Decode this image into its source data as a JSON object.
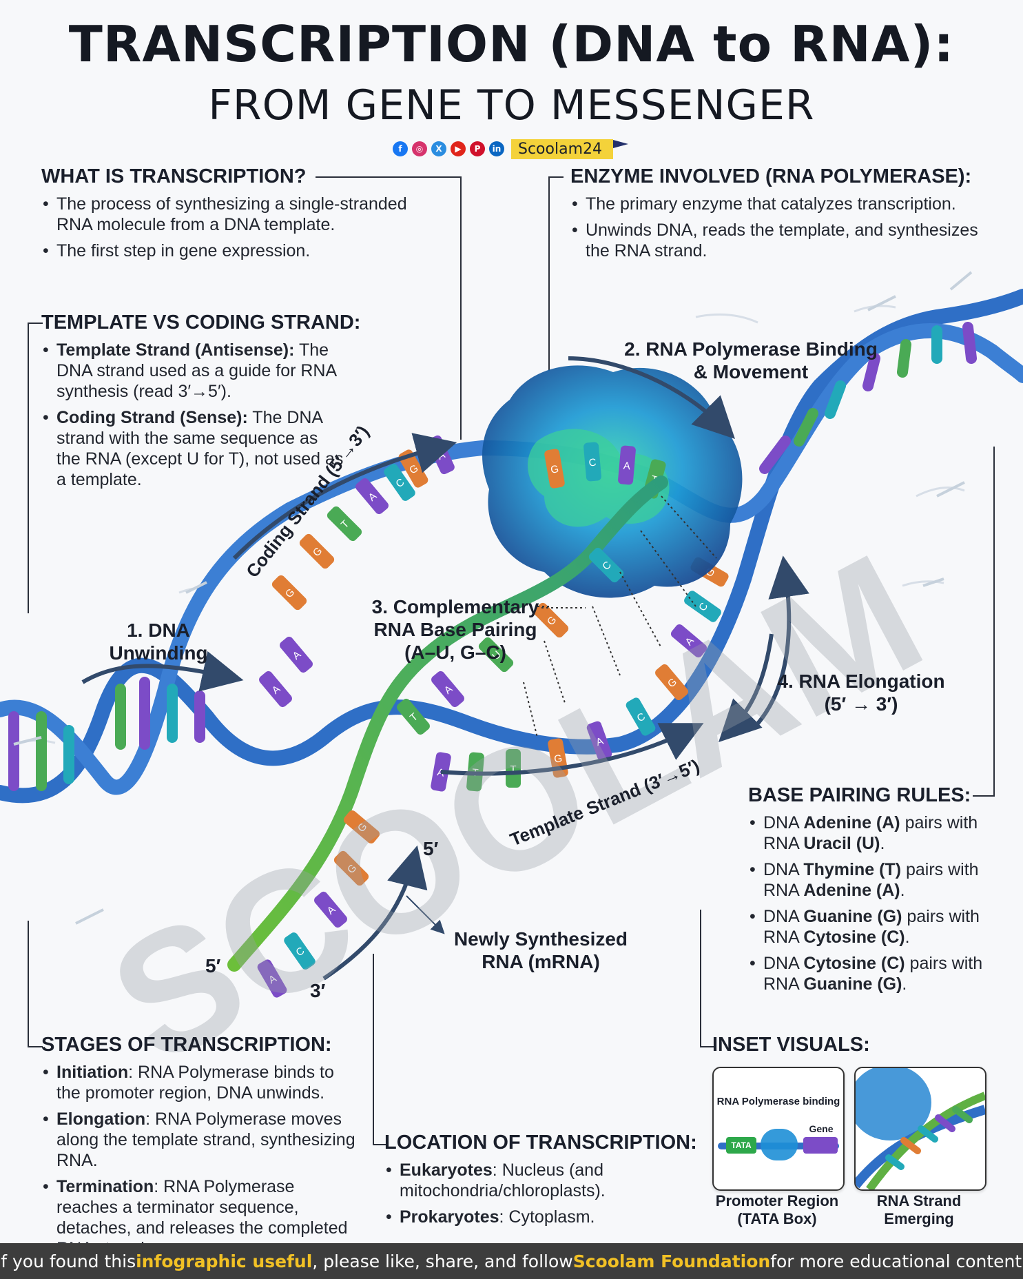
{
  "header": {
    "title": "TRANSCRIPTION (DNA to RNA):",
    "subtitle": "FROM GENE TO MESSENGER",
    "social_icons": [
      "facebook-icon",
      "instagram-icon",
      "x-icon",
      "youtube-icon",
      "pinterest-icon",
      "linkedin-icon"
    ],
    "handle": "Scoolam24"
  },
  "what_is": {
    "heading": "WHAT IS TRANSCRIPTION?",
    "bullets": [
      "The process of synthesizing a single-stranded RNA molecule from a DNA template.",
      "The first step in gene expression."
    ]
  },
  "enzyme": {
    "heading": "ENZYME INVOLVED (RNA POLYMERASE):",
    "bullets": [
      "The primary enzyme that catalyzes transcription.",
      "Unwinds DNA, reads the template, and synthesizes the RNA strand."
    ]
  },
  "template_vs_coding": {
    "heading": "TEMPLATE VS CODING STRAND:",
    "items": [
      {
        "term": "Template Strand (Antisense):",
        "text": "The DNA strand used as a guide for RNA synthesis (read 3′→5′)."
      },
      {
        "term": "Coding Strand (Sense):",
        "text": "The DNA strand with the same sequence as the RNA (except U for T), not used as a template."
      }
    ]
  },
  "diagram": {
    "step1": [
      "1. DNA",
      "Unwinding"
    ],
    "step2": [
      "2. RNA Polymerase Binding",
      "& Movement"
    ],
    "step3": [
      "3. Complementary",
      "RNA Base Pairing",
      "(A–U, G–C)"
    ],
    "step4": [
      "4. RNA Elongation",
      "(5′ → 3′)"
    ],
    "coding_strand_label": "Coding Strand (5′→3′)",
    "template_strand_label": "Template Strand (3′→5′)",
    "new_rna_label": [
      "Newly Synthesized",
      "RNA (mRNA)"
    ],
    "end_5_upper": "5′",
    "end_5_lower": "5′",
    "end_3_lower": "3′",
    "coding_bases": [
      "A",
      "A",
      "G",
      "G",
      "T",
      "A",
      "C",
      "G",
      "A"
    ],
    "polymerase_bases": [
      "G",
      "C",
      "A",
      "T"
    ],
    "template_bases": [
      "A",
      "T",
      "T",
      "G",
      "A",
      "C",
      "G",
      "A",
      "C",
      "G"
    ],
    "rna_bases": [
      "A",
      "C",
      "A",
      "G",
      "G",
      "T",
      "A",
      "U",
      "G",
      "C"
    ],
    "watermark": "SCOOLAM",
    "colors": {
      "dna_backbone": "#2f6fc6",
      "rna_strand": "#5fb043",
      "polymerase": "#1e84c8",
      "base_A": "#7c4cc7",
      "base_T": "#4aaa55",
      "base_G": "#e07d35",
      "base_C": "#22a9b9"
    }
  },
  "base_pairing": {
    "heading": "BASE PAIRING RULES:",
    "rules": [
      {
        "a": "DNA ",
        "b": "Adenine (A)",
        "c": " pairs with RNA ",
        "d": "Uracil (U)",
        "e": "."
      },
      {
        "a": "DNA ",
        "b": "Thymine (T)",
        "c": " pairs with RNA ",
        "d": "Adenine (A)",
        "e": "."
      },
      {
        "a": "DNA ",
        "b": "Guanine (G)",
        "c": " pairs with RNA ",
        "d": "Cytosine (C)",
        "e": "."
      },
      {
        "a": "DNA ",
        "b": "Cytosine (C)",
        "c": " pairs with RNA ",
        "d": "Guanine (G)",
        "e": "."
      }
    ]
  },
  "stages": {
    "heading": "STAGES OF TRANSCRIPTION:",
    "items": [
      {
        "term": "Initiation",
        "text": ": RNA Polymerase binds to the promoter region, DNA unwinds."
      },
      {
        "term": "Elongation",
        "text": ": RNA Polymerase moves along the template strand, synthesizing RNA."
      },
      {
        "term": "Termination",
        "text": ": RNA Polymerase reaches a terminator sequence, detaches, and releases the completed RNA strand."
      }
    ]
  },
  "location": {
    "heading": "LOCATION OF TRANSCRIPTION:",
    "items": [
      {
        "term": "Eukaryotes",
        "text": ": Nucleus (and mitochondria/chloroplasts)."
      },
      {
        "term": "Prokaryotes",
        "text": ": Cytoplasm."
      }
    ]
  },
  "inset": {
    "heading": "INSET VISUALS:",
    "promoter": {
      "top_label": "RNA Polymerase binding",
      "tata": "TATA",
      "gene": "Gene",
      "caption": [
        "Promoter Region",
        "(TATA Box)"
      ]
    },
    "rna": {
      "caption": [
        "RNA Strand",
        "Emerging"
      ]
    }
  },
  "footer": {
    "pre": "If you found this ",
    "hl1": "infographic useful",
    "mid": ", please like, share, and follow ",
    "hl2": "Scoolam Foundation",
    "post": " for more educational content."
  }
}
